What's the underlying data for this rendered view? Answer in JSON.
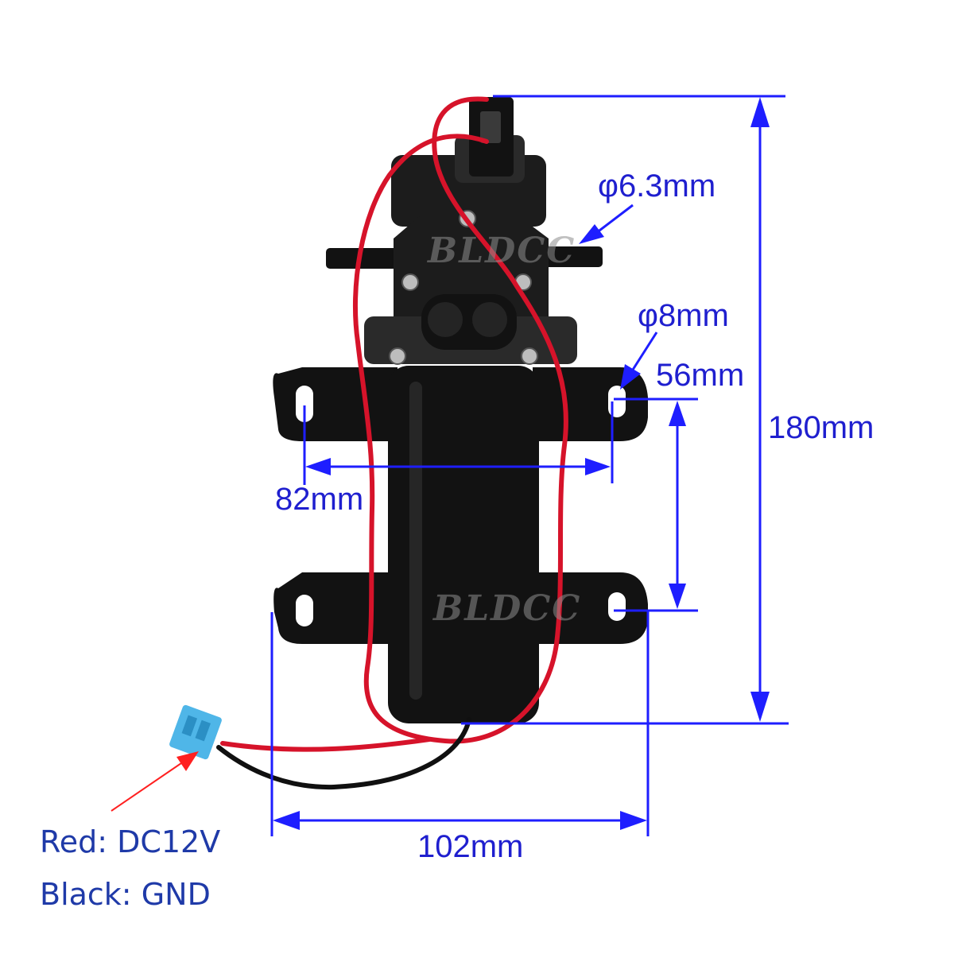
{
  "dimensions": {
    "outlet_diameter": "φ6.3mm",
    "mount_hole_diameter": "φ8mm",
    "hole_vertical_spacing": "56mm",
    "total_height": "180mm",
    "hole_horizontal_spacing": "82mm",
    "overall_width": "102mm"
  },
  "wiring": {
    "red_label": "Red: DC12V",
    "black_label": "Black: GND"
  },
  "watermark": {
    "top": "BLDCC",
    "bottom": "BLDCC"
  },
  "colors": {
    "dimension": "#1e1eff",
    "callout_arrow": "#ff2020",
    "wire_red": "#d6132a",
    "wire_black": "#101010",
    "connector": "#4fb6e8",
    "pump_body": "#141414"
  }
}
